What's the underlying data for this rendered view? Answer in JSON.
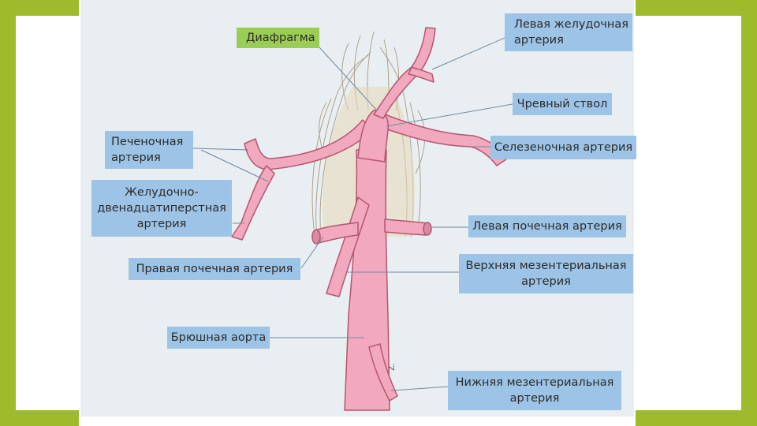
{
  "colors": {
    "frame_accent": "#9dbb2a",
    "label_fill": "#9dc3e6",
    "diaphragm_label_fill": "#9acd53",
    "artery": "#f2a9bf",
    "artery_outline": "#b5566f",
    "background": "#e9eef2"
  },
  "labels": {
    "diaphragm": "Диафрагма",
    "left_gastric_artery": "Левая желудочная\nартерия",
    "celiac_trunk": "Чревный ствол",
    "hepatic_artery": "Печеночная\nартерия",
    "splenic_artery": "Селезеночная артерия",
    "gastroduodenal_artery": "Желудочно-\nдвенадцатиперстная\nартерия",
    "left_renal_artery": "Левая почечная артерия",
    "right_renal_artery": "Правая почечная артерия",
    "superior_mesenteric_artery": "Верхняя мезентериальная\nартерия",
    "abdominal_aorta": "Брюшная аорта",
    "inferior_mesenteric_artery": "Нижняя мезентериальная\nартерия"
  }
}
